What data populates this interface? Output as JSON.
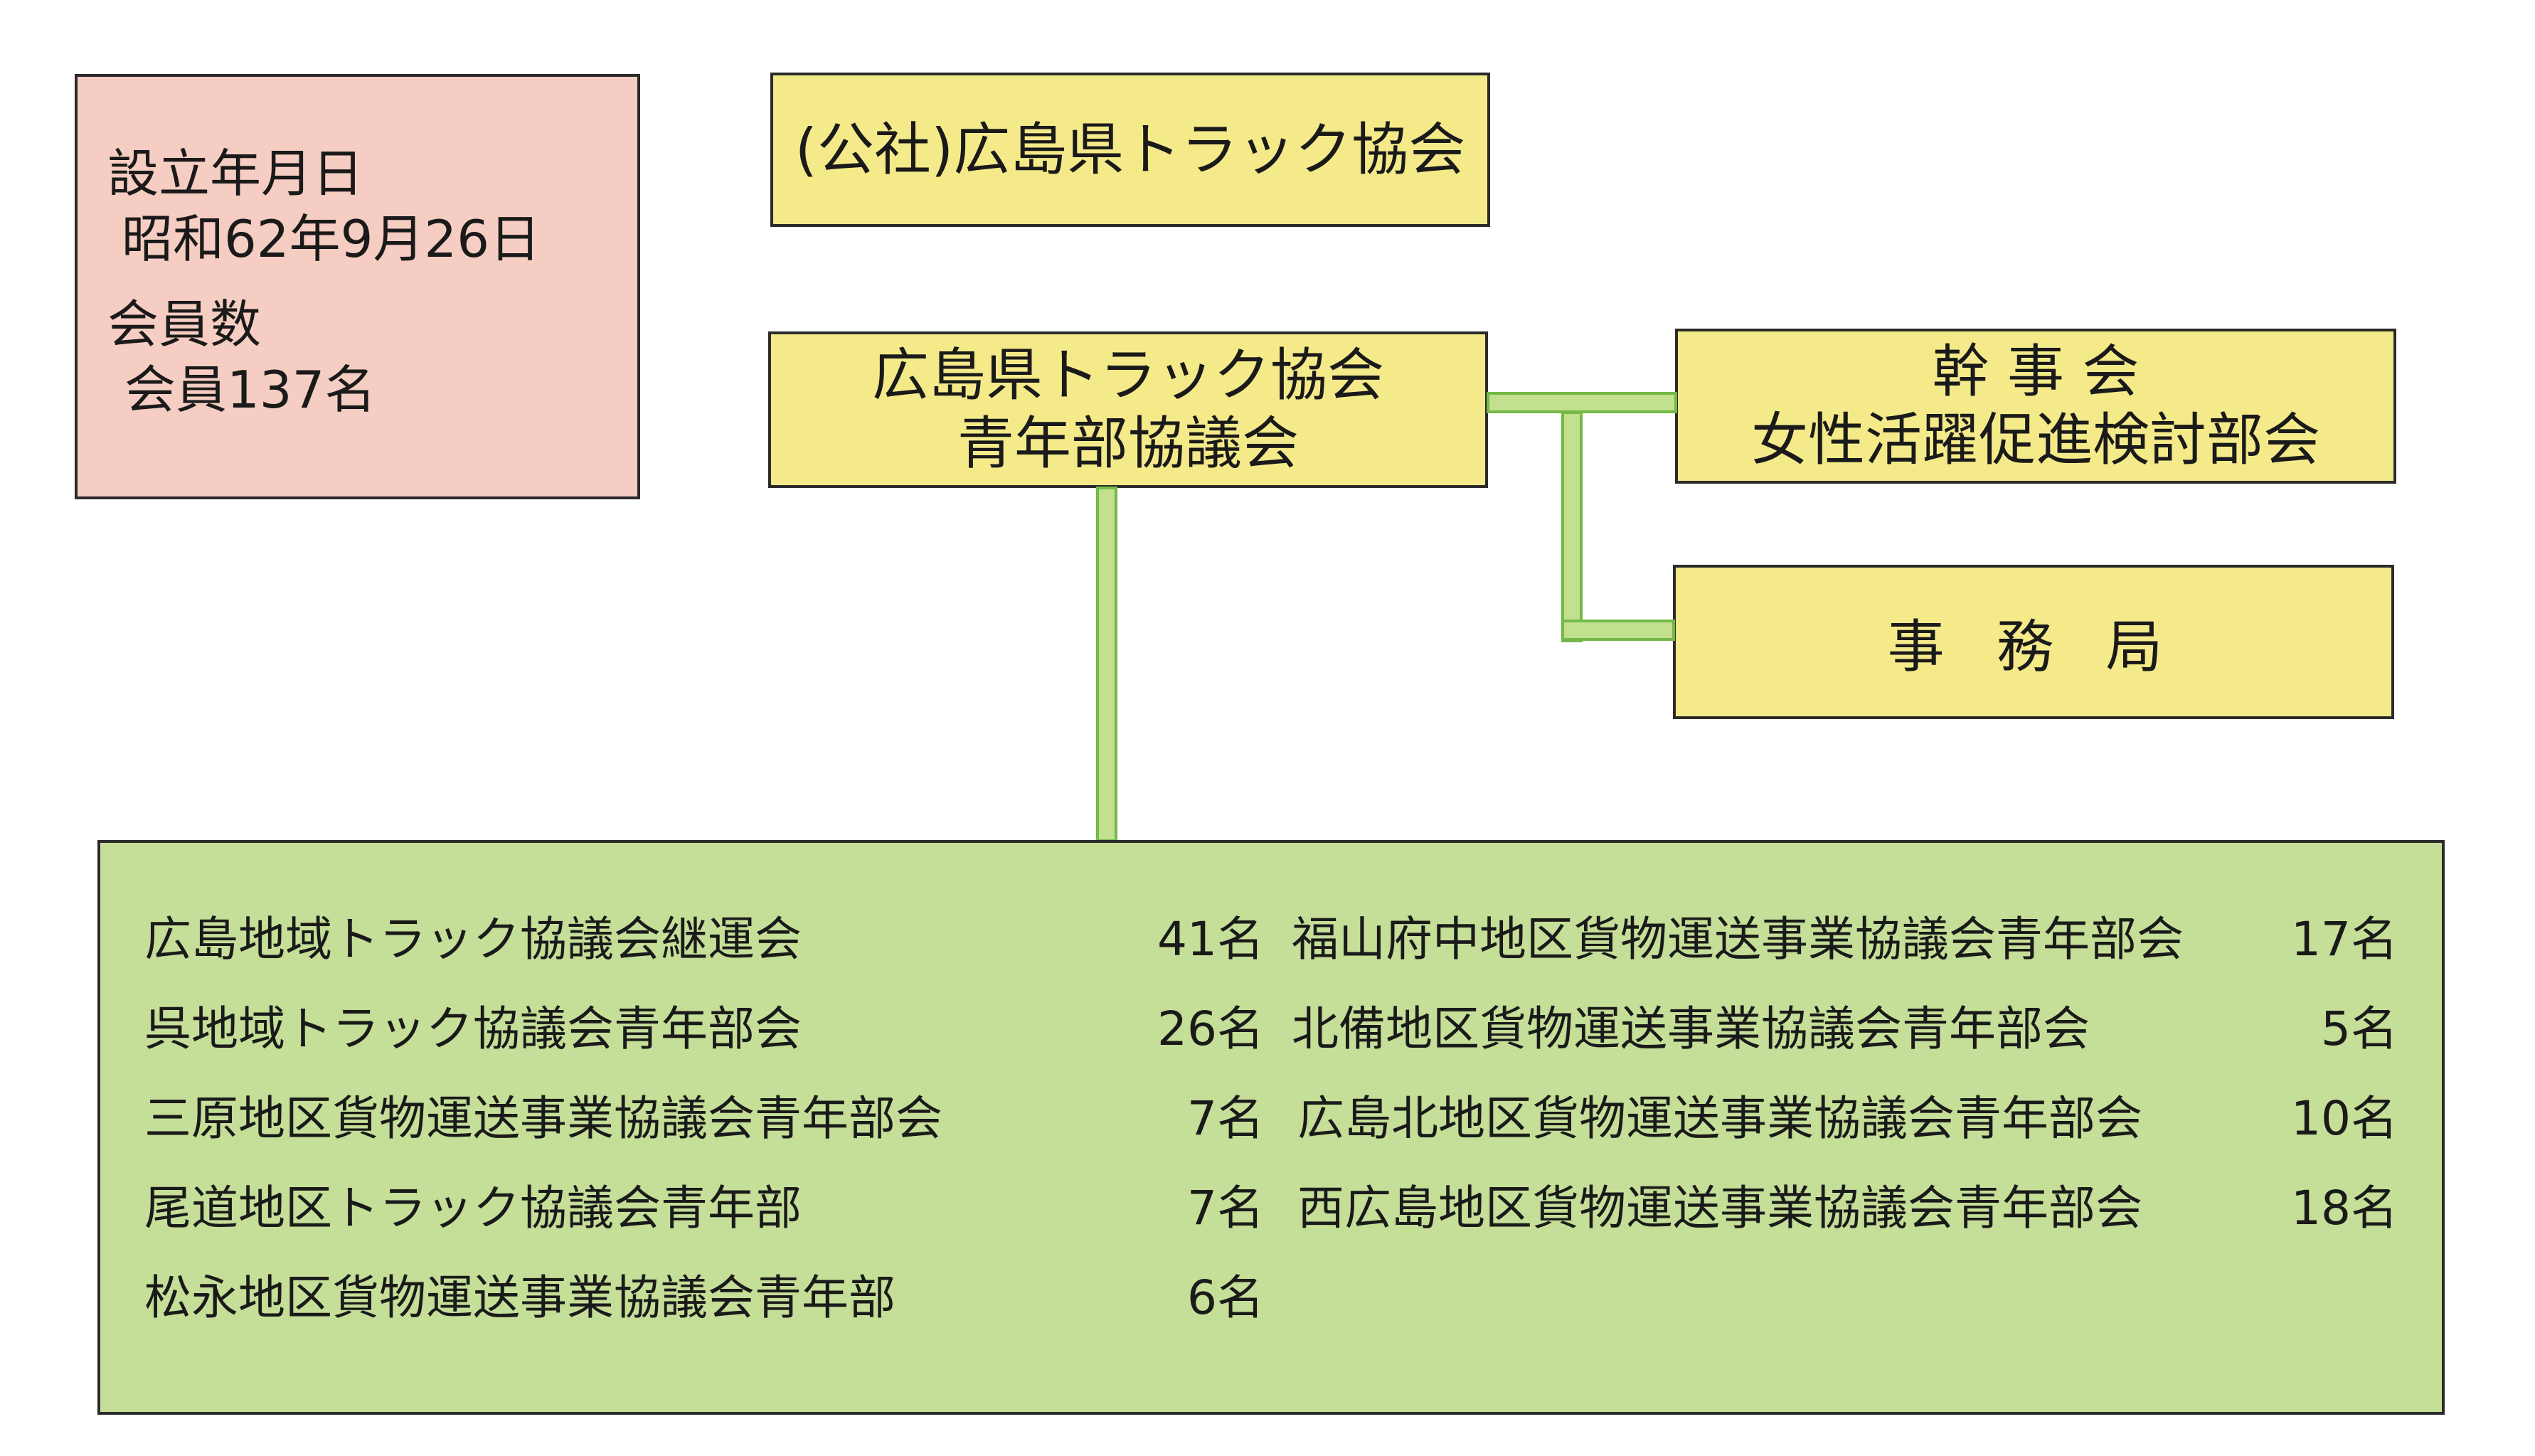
{
  "info": {
    "founded_label": "設立年月日",
    "founded_value": "昭和62年9月26日",
    "members_label": "会員数",
    "members_value": "会員137名"
  },
  "top_box": {
    "title": "(公社)広島県トラック協会"
  },
  "youth_council": {
    "line1": "広島県トラック協会",
    "line2": "青年部協議会"
  },
  "women_committee": {
    "line1": "幹 事 会",
    "line2": "女性活躍促進検討部会"
  },
  "office": {
    "label": "事 務 局"
  },
  "local_groups": [
    {
      "name": "広島地域トラック協議会継運会",
      "count": "41名"
    },
    {
      "name": "呉地域トラック協議会青年部会",
      "count": "26名"
    },
    {
      "name": "三原地区貨物運送事業協議会青年部会",
      "count": "7名"
    },
    {
      "name": "尾道地区トラック協議会青年部",
      "count": "7名"
    },
    {
      "name": "松永地区貨物運送事業協議会青年部",
      "count": "6名"
    },
    {
      "name": "福山府中地区貨物運送事業協議会青年部会",
      "count": "17名"
    },
    {
      "name": "北備地区貨物運送事業協議会青年部会",
      "count": "5名"
    },
    {
      "name": "広島北地区貨物運送事業協議会青年部会",
      "count": "10名"
    },
    {
      "name": "西広島地区貨物運送事業協議会青年部会",
      "count": "18名"
    }
  ],
  "colors": {
    "info_fill": "#f6cdc2",
    "node_fill": "#f5ea8a",
    "groups_fill": "#c5de98",
    "connector_fill": "#c3e08e",
    "connector_border": "#74b947"
  }
}
